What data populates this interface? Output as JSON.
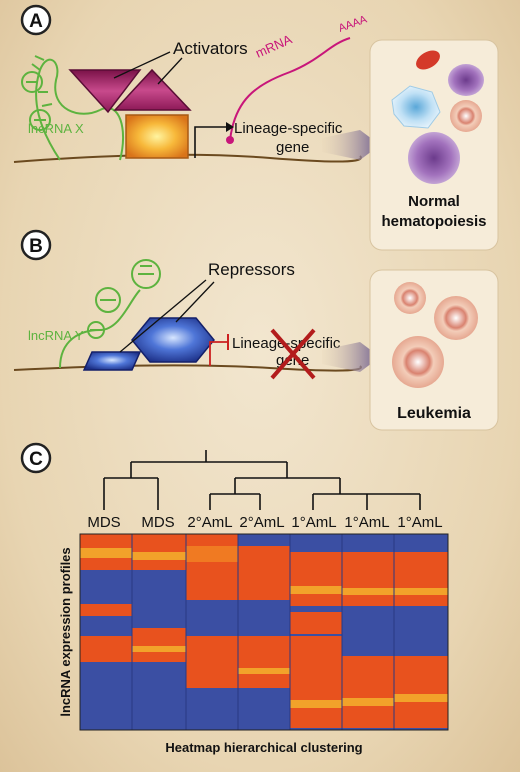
{
  "panels": [
    {
      "letter": "A",
      "molecules_label": "Activators",
      "lncrna_label": "lncRNA X",
      "mrna_label": "mRNA",
      "polya_label": "AAAA",
      "gene_label_line1": "Lineage-specific",
      "gene_label_line2": "gene",
      "outcome_line1": "Normal",
      "outcome_line2": "hematopoiesis"
    },
    {
      "letter": "B",
      "molecules_label": "Repressors",
      "lncrna_label": "lncRNA Y",
      "gene_label_line1": "Lineage-specific",
      "gene_label_line2": "gene",
      "outcome_line1": "Leukemia"
    },
    {
      "letter": "C"
    }
  ],
  "heatmap": {
    "samples": [
      "MDS",
      "MDS",
      "2°AmL",
      "2°AmL",
      "1°AmL",
      "1°AmL",
      "1°AmL"
    ],
    "ylabel": "lncRNA expression profiles",
    "caption": "Heatmap hierarchical clustering"
  },
  "colors": {
    "activator": "#b0246b",
    "repressor": "#2c44a8",
    "mrna": "#c8167a",
    "lncrna_x": "#5db33f",
    "heat_low": "#3b4fa3",
    "heat_high": "#e8521e",
    "heat_peak": "#f2a22a"
  }
}
